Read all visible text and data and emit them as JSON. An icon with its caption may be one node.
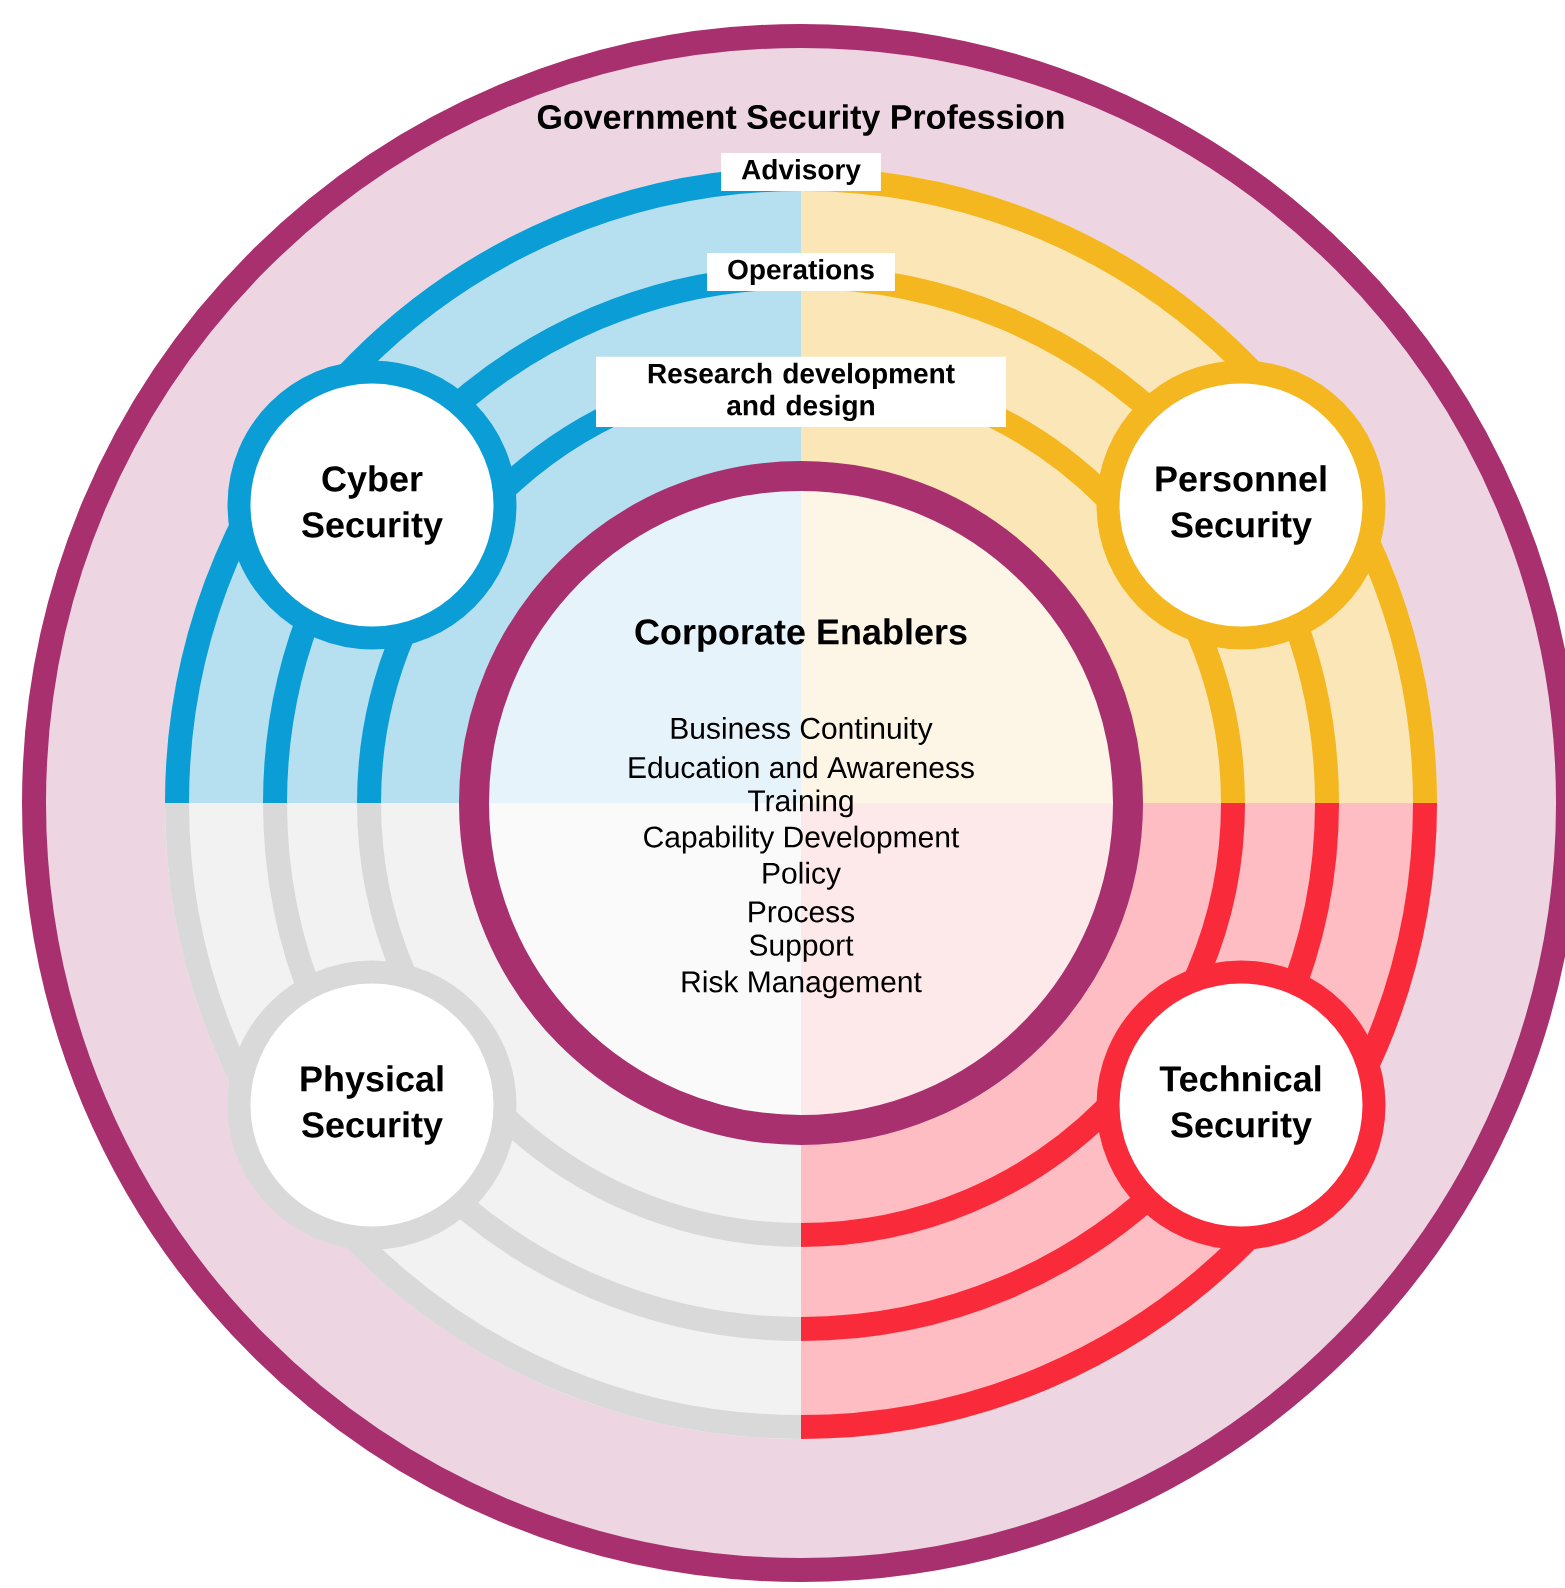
{
  "diagram": {
    "nodes": [
      {
        "text": [
          "Government Security Profession"
        ]
      },
      {
        "text": [
          "Corporate Enablers",
          "Business Continuity",
          "Education and Awareness",
          "Training",
          "Capability Development",
          "Policy",
          "Process",
          "Support",
          "Risk Management"
        ],
        "in": 0
      },
      {
        "text": [
          "Cyber Security"
        ],
        "in": 0
      },
      {
        "text": [
          "Personnel Security"
        ],
        "in": 0
      },
      {
        "text": [
          "Physical Security"
        ],
        "in": 0
      },
      {
        "text": [
          "Technical Security"
        ],
        "in": 0
      }
    ],
    "labels": [
      "Advisory",
      "Operations",
      "Research development and design"
    ]
  }
}
